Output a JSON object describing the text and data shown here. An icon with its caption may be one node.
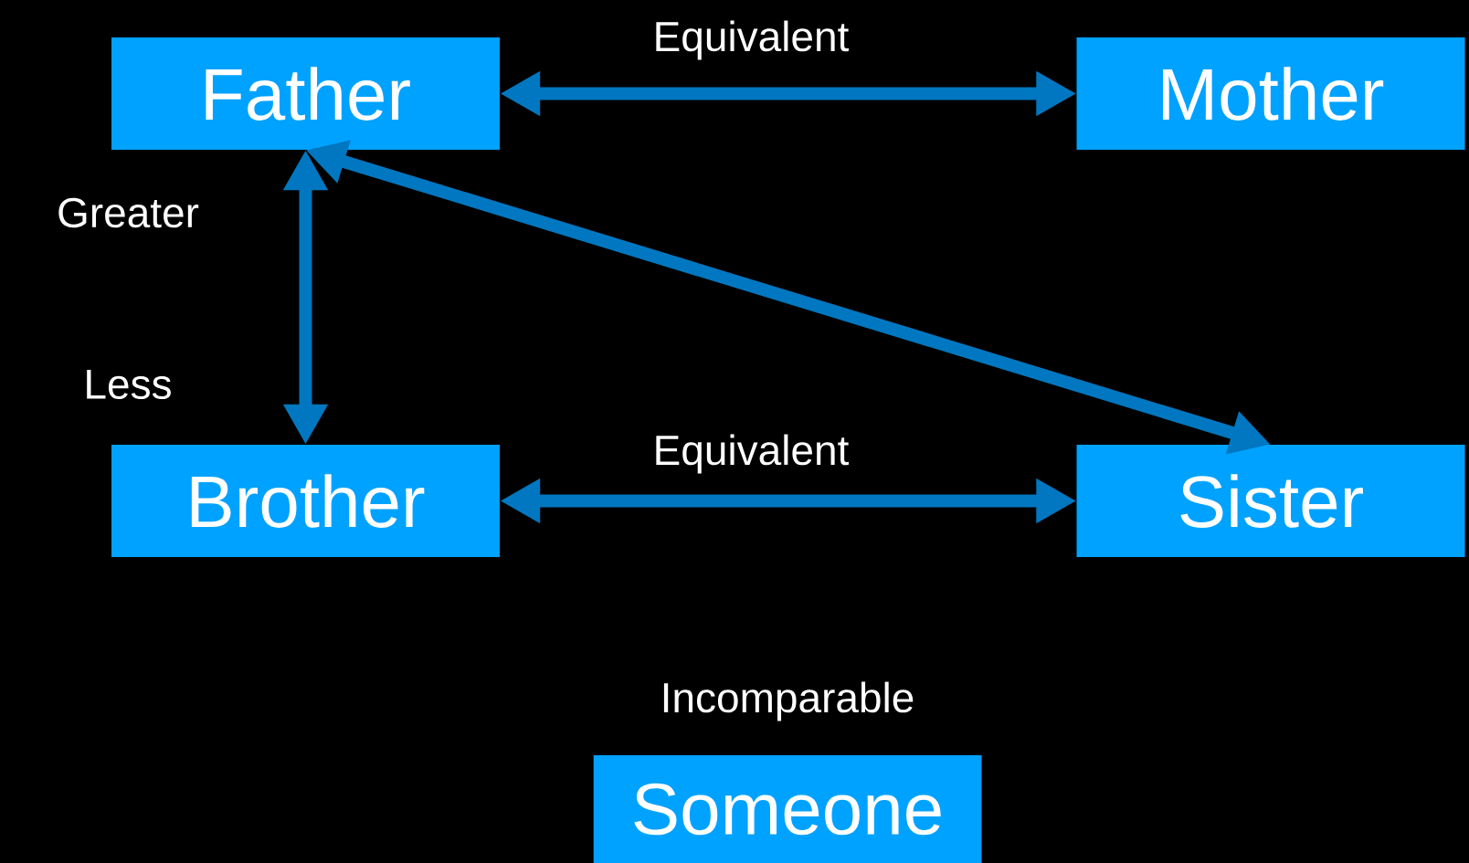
{
  "diagram": {
    "nodes": [
      {
        "text": [
          "Father"
        ]
      },
      {
        "text": [
          "Mother"
        ]
      },
      {
        "text": [
          "Brother"
        ]
      },
      {
        "text": [
          "Sister"
        ]
      },
      {
        "text": [
          "Someone"
        ],
        "beside": [
          "Incomparable"
        ]
      }
    ],
    "edges": [
      {
        "from": 0,
        "to": 1,
        "arrow": "both",
        "label": "Equivalent"
      },
      {
        "from": 0,
        "to": 2,
        "arrow": "both"
      },
      {
        "from": 0,
        "to": 3,
        "arrow": "both"
      },
      {
        "from": 2,
        "to": 3,
        "arrow": "both",
        "label": "Equivalent"
      }
    ],
    "labels": [
      "Greater",
      "Less"
    ]
  }
}
